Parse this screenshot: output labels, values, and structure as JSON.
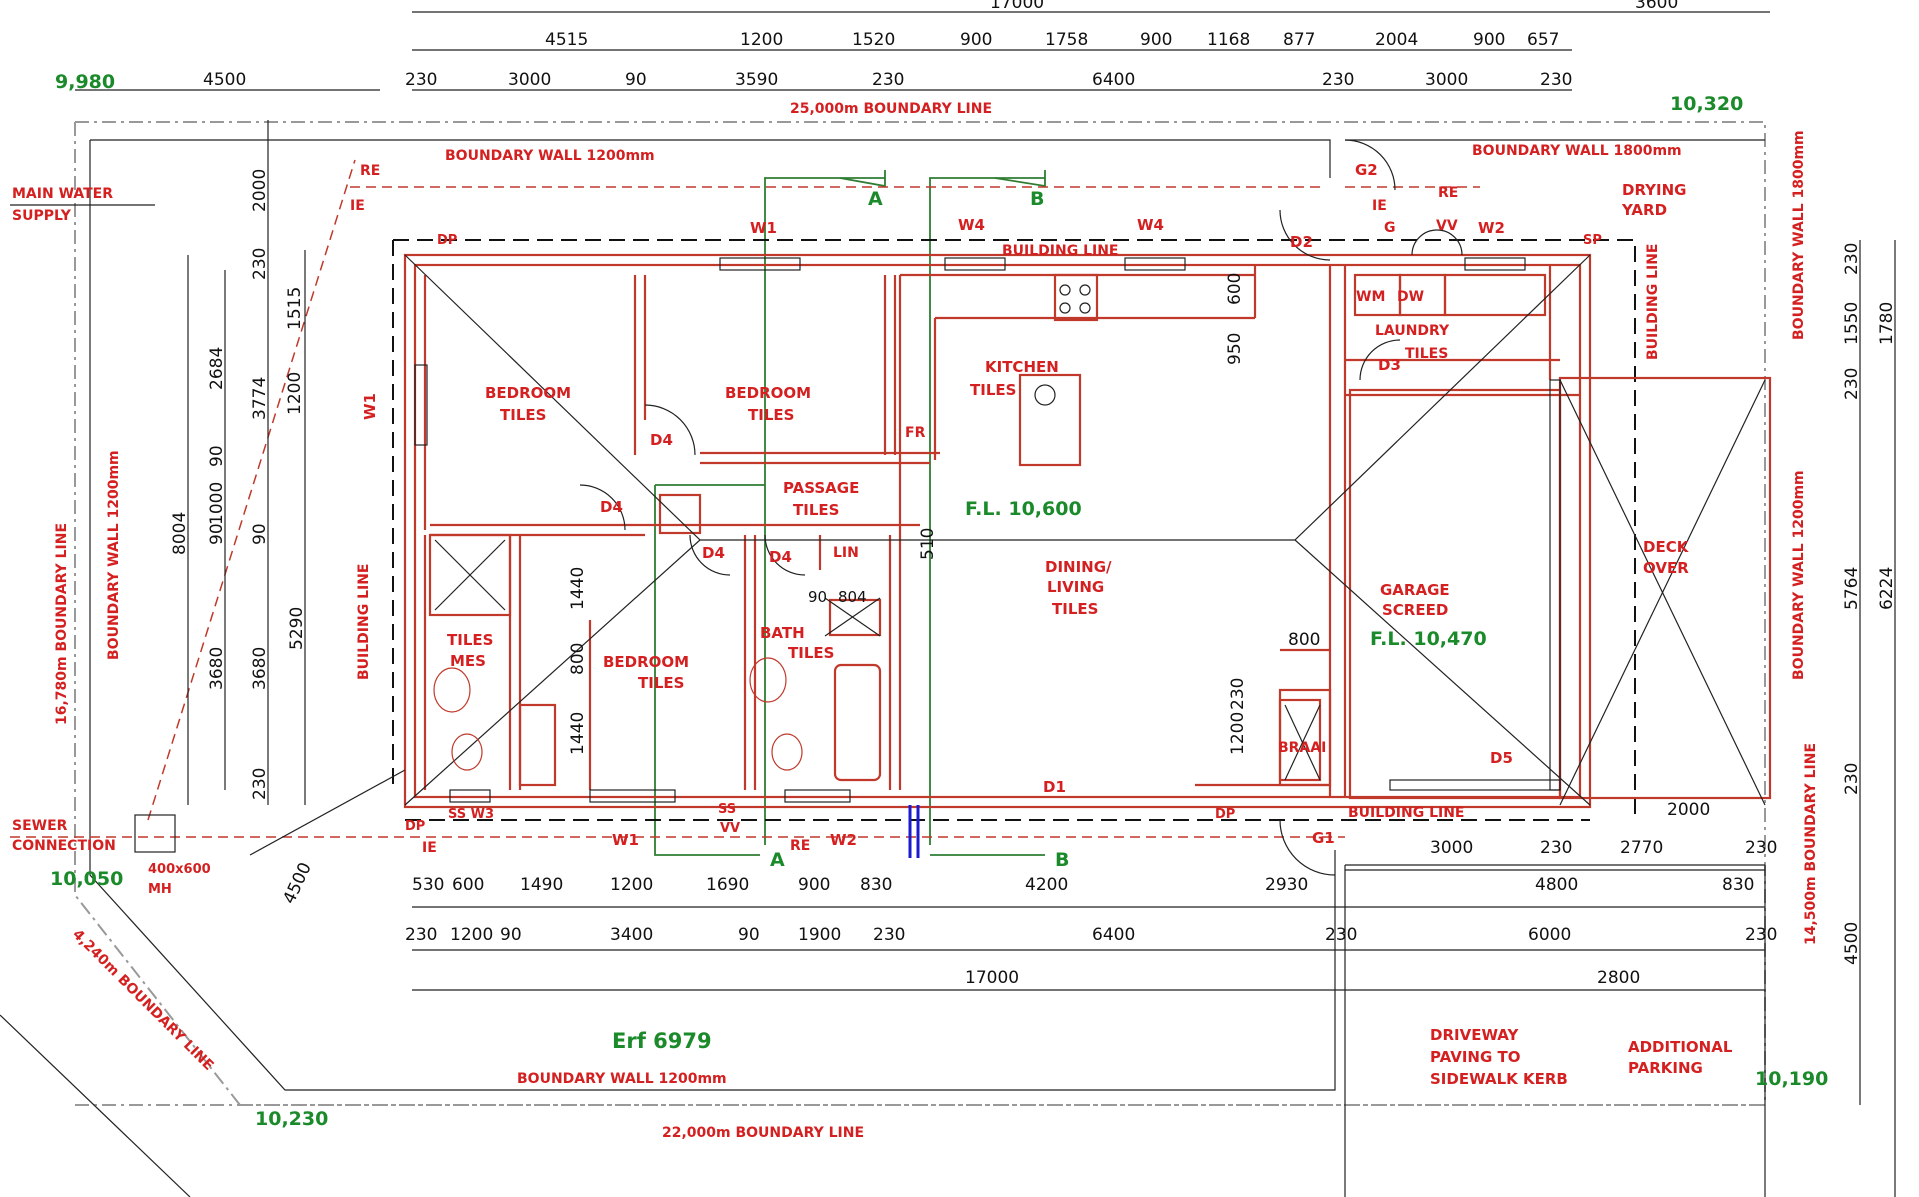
{
  "plan": {
    "levels": {
      "nw": "9,980",
      "ne": "10,320",
      "sw": "10,050",
      "s": "10,230",
      "se": "10,190",
      "fl_main": "F.L. 10,600",
      "fl_garage": "F.L. 10,470"
    },
    "boundaries": {
      "north_line": "25,000m BOUNDARY LINE",
      "south_line": "22,000m BOUNDARY LINE",
      "west_line": "16,780m BOUNDARY LINE",
      "east_line": "14,500m BOUNDARY LINE",
      "sw_line": "4,240m BOUNDARY LINE",
      "wall_north": "BOUNDARY WALL 1200mm",
      "wall_ne": "BOUNDARY WALL 1800mm",
      "wall_east_top": "BOUNDARY WALL 1800mm",
      "wall_east_bottom": "BOUNDARY WALL 1200mm",
      "wall_west": "BOUNDARY WALL 1200mm",
      "wall_south": "BOUNDARY WALL 1200mm"
    },
    "services": {
      "water_1": "MAIN WATER",
      "water_2": "SUPPLY",
      "sewer_1": "SEWER",
      "sewer_2": "CONNECTION",
      "mh_1": "400x600",
      "mh_2": "MH",
      "re_top": "RE",
      "ie_top": "IE",
      "re_bot": "RE",
      "ie_bot": "IE",
      "ie_laundry": "IE",
      "re_laundry": "RE",
      "g_laundry": "G",
      "vv_laundry": "VV",
      "dp_nw": "DP",
      "dp_sw": "DP",
      "dp_s": "DP",
      "sp_ne": "SP",
      "ss_w3": "SS W3",
      "ss_vv_1": "SS",
      "ss_vv_2": "VV"
    },
    "building_lines": {
      "top": "BUILDING LINE",
      "west": "BUILDING LINE",
      "bottom": "BUILDING LINE",
      "ne": "BUILDING LINE"
    },
    "rooms": [
      {
        "l1": "BEDROOM",
        "l2": "TILES"
      },
      {
        "l1": "BEDROOM",
        "l2": "TILES"
      },
      {
        "l1": "KITCHEN",
        "l2": "TILES"
      },
      {
        "l1": "PASSAGE",
        "l2": "TILES"
      },
      {
        "l1": "DINING/",
        "l2": "LIVING",
        "l3": "TILES"
      },
      {
        "l1": "TILES",
        "l2": "MES"
      },
      {
        "l1": "BEDROOM",
        "l2": "TILES"
      },
      {
        "l1": "BATH",
        "l2": "TILES"
      },
      {
        "l1": "LAUNDRY",
        "l2": "TILES"
      },
      {
        "l1": "GARAGE",
        "l2": "SCREED"
      },
      {
        "l1": "DECK",
        "l2": "OVER"
      },
      {
        "l1": "DRYING",
        "l2": "YARD"
      },
      {
        "l1": "DRIVEWAY",
        "l2": "PAVING TO",
        "l3": "SIDEWALK KERB"
      },
      {
        "l1": "ADDITIONAL",
        "l2": "PARKING"
      }
    ],
    "fixtures": {
      "w1_top": "W1",
      "w4_a": "W4",
      "w4_b": "W4",
      "w2_top": "W2",
      "w1_left": "W1",
      "w1_bot": "W1",
      "w2_bot": "W2",
      "d4_a": "D4",
      "d4_b": "D4",
      "d4_c": "D4",
      "d4_d": "D4",
      "d1": "D1",
      "d2": "D2",
      "d3": "D3",
      "d5": "D5",
      "g1": "G1",
      "g2": "G2",
      "fr": "FR",
      "lin": "LIN",
      "braai": "BRAAI",
      "wm": "WM",
      "dw": "DW",
      "sec_a_top": "A",
      "sec_b_top": "B",
      "sec_a_bot": "A",
      "sec_b_bot": "B"
    },
    "erf": "Erf 6979",
    "dims": {
      "top_total": "17000",
      "top_right_total": "3600",
      "top_row1": [
        "4515",
        "1200",
        "1520",
        "900",
        "1758",
        "900",
        "1168",
        "877",
        "2004",
        "900",
        "657"
      ],
      "top_row2": [
        "230",
        "3000",
        "90",
        "3590",
        "230",
        "6400",
        "230",
        "3000",
        "230"
      ],
      "top_offset": "4500",
      "bot_row1": [
        "530",
        "600",
        "1490",
        "1200",
        "1690",
        "900",
        "830",
        "4200",
        "2930"
      ],
      "bot_row2": [
        "230",
        "1200",
        "90",
        "3400",
        "90",
        "1900",
        "230",
        "6400",
        "230"
      ],
      "bot_total": "17000",
      "bot_right_row0": [
        "3000",
        "230",
        "2770",
        "230"
      ],
      "bot_right_row1": [
        "4800",
        "830"
      ],
      "bot_right_row2": [
        "6000",
        "230"
      ],
      "bot_right_total": "2800",
      "diag_4500": "4500",
      "left_v": [
        "2000",
        "230",
        "1515",
        "1200",
        "3774",
        "2684",
        "8004",
        "90",
        "1000",
        "90",
        "90",
        "5290",
        "3680",
        "3680",
        "230"
      ],
      "interior": [
        "1440",
        "800",
        "1440",
        "600",
        "950",
        "510",
        "800",
        "230",
        "1200",
        "90",
        "804",
        "2000"
      ],
      "right_v": [
        "230",
        "1550",
        "1780",
        "230",
        "5764",
        "6224",
        "230",
        "4500"
      ]
    }
  }
}
